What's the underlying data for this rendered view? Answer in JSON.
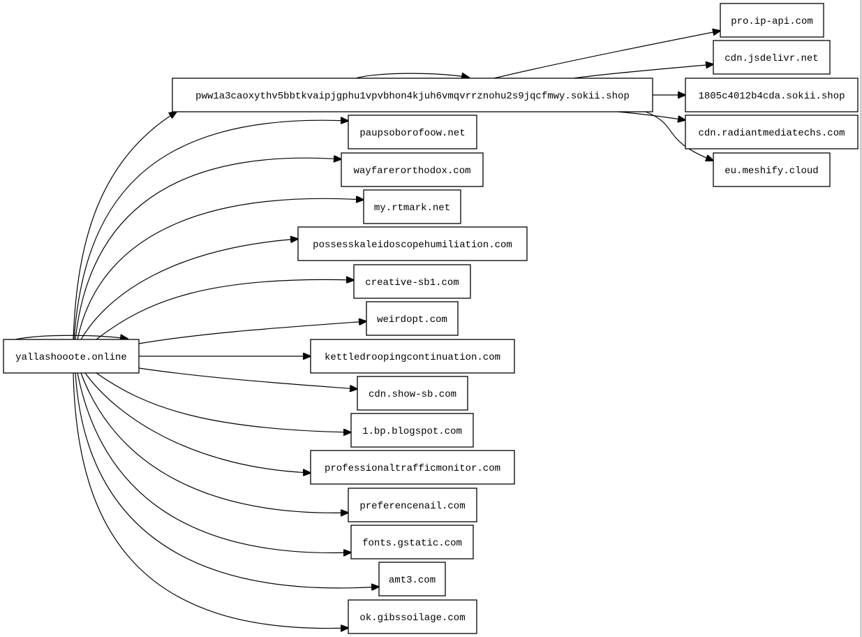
{
  "graph": {
    "type": "directed-graph",
    "root": "yallashooote.online",
    "nodes": [
      {
        "id": "root",
        "label": "yallashooote.online"
      },
      {
        "id": "pww",
        "label": "pww1a3caoxythv5bbtkvaipjgphu1vpvbhon4kjuh6vmqvrrznohu2s9jqcfmwy.sokii.shop"
      },
      {
        "id": "paup",
        "label": "paupsoborofoow.net"
      },
      {
        "id": "wayf",
        "label": "wayfarerorthodox.com"
      },
      {
        "id": "rtmark",
        "label": "my.rtmark.net"
      },
      {
        "id": "possess",
        "label": "possesskaleidoscopehumiliation.com"
      },
      {
        "id": "creative",
        "label": "creative-sb1.com"
      },
      {
        "id": "weirdopt",
        "label": "weirdopt.com"
      },
      {
        "id": "kettle",
        "label": "kettledroopingcontinuation.com"
      },
      {
        "id": "cdnshow",
        "label": "cdn.show-sb.com"
      },
      {
        "id": "blogspot",
        "label": "1.bp.blogspot.com"
      },
      {
        "id": "proftraffic",
        "label": "professionaltrafficmonitor.com"
      },
      {
        "id": "prefer",
        "label": "preferencenail.com"
      },
      {
        "id": "gstatic",
        "label": "fonts.gstatic.com"
      },
      {
        "id": "amt3",
        "label": "amt3.com"
      },
      {
        "id": "gibbs",
        "label": "ok.gibssoilage.com"
      },
      {
        "id": "ipapi",
        "label": "pro.ip-api.com"
      },
      {
        "id": "jsdelivr",
        "label": "cdn.jsdelivr.net"
      },
      {
        "id": "sokii1805",
        "label": "1805c4012b4cda.sokii.shop"
      },
      {
        "id": "radiant",
        "label": "cdn.radiantmediatechs.com"
      },
      {
        "id": "meshify",
        "label": "eu.meshify.cloud"
      }
    ],
    "edges": [
      {
        "from": "root",
        "to": "root"
      },
      {
        "from": "root",
        "to": "pww"
      },
      {
        "from": "root",
        "to": "paup"
      },
      {
        "from": "root",
        "to": "wayf"
      },
      {
        "from": "root",
        "to": "rtmark"
      },
      {
        "from": "root",
        "to": "possess"
      },
      {
        "from": "root",
        "to": "creative"
      },
      {
        "from": "root",
        "to": "weirdopt"
      },
      {
        "from": "root",
        "to": "kettle"
      },
      {
        "from": "root",
        "to": "cdnshow"
      },
      {
        "from": "root",
        "to": "blogspot"
      },
      {
        "from": "root",
        "to": "proftraffic"
      },
      {
        "from": "root",
        "to": "prefer"
      },
      {
        "from": "root",
        "to": "gstatic"
      },
      {
        "from": "root",
        "to": "amt3"
      },
      {
        "from": "root",
        "to": "gibbs"
      },
      {
        "from": "pww",
        "to": "pww"
      },
      {
        "from": "pww",
        "to": "ipapi"
      },
      {
        "from": "pww",
        "to": "jsdelivr"
      },
      {
        "from": "pww",
        "to": "sokii1805"
      },
      {
        "from": "pww",
        "to": "radiant"
      },
      {
        "from": "pww",
        "to": "meshify"
      }
    ]
  }
}
